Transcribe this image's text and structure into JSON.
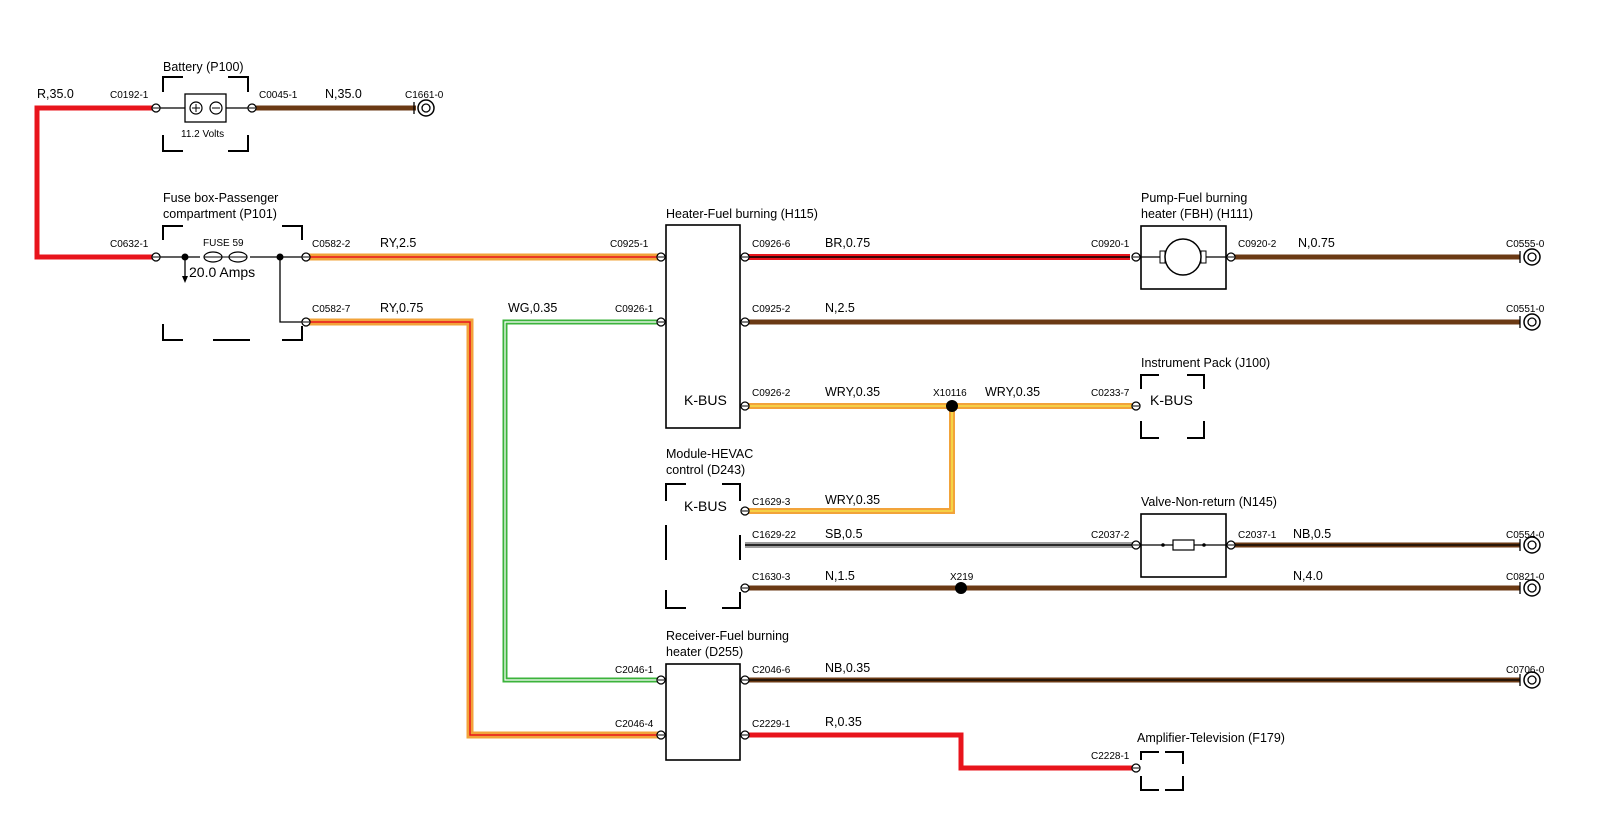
{
  "colors": {
    "red": "#e8141c",
    "brown": "#6b3a14",
    "orange": "#f2a33a",
    "yellow": "#f6e04a",
    "green": "#3bb33b",
    "grey": "#9e9e9e",
    "black": "#000000",
    "background": "#ffffff"
  },
  "components": {
    "battery": {
      "title": "Battery (P100)",
      "voltage": "11.2 Volts"
    },
    "fusebox": {
      "title1": "Fuse box-Passenger",
      "title2": "compartment (P101)",
      "fuse": "FUSE 59",
      "amps": "20.0 Amps"
    },
    "heater": {
      "title": "Heater-Fuel burning (H115)",
      "kbus": "K-BUS"
    },
    "pump": {
      "title1": "Pump-Fuel burning",
      "title2": "heater (FBH) (H111)"
    },
    "instrument": {
      "title": "Instrument Pack (J100)",
      "kbus": "K-BUS"
    },
    "hevac": {
      "title1": "Module-HEVAC",
      "title2": "control (D243)",
      "kbus": "K-BUS"
    },
    "valve": {
      "title": "Valve-Non-return (N145)"
    },
    "receiver": {
      "title1": "Receiver-Fuel burning",
      "title2": "heater (D255)"
    },
    "amplifier": {
      "title": "Amplifier-Television (F179)"
    }
  },
  "connectors": {
    "c0192_1": "C0192-1",
    "c0045_1": "C0045-1",
    "c1661_0": "C1661-0",
    "c0632_1": "C0632-1",
    "c0582_2": "C0582-2",
    "c0582_7": "C0582-7",
    "c0925_1": "C0925-1",
    "c0926_1": "C0926-1",
    "c0926_6": "C0926-6",
    "c0925_2": "C0925-2",
    "c0926_2": "C0926-2",
    "x10116": "X10116",
    "c0233_7": "C0233-7",
    "c0920_1": "C0920-1",
    "c0920_2": "C0920-2",
    "c0555_0": "C0555-0",
    "c0551_0": "C0551-0",
    "c1629_3": "C1629-3",
    "c1629_22": "C1629-22",
    "c1630_3": "C1630-3",
    "c2037_2": "C2037-2",
    "c2037_1": "C2037-1",
    "c0554_0": "C0554-0",
    "x219": "X219",
    "c0821_0": "C0821-0",
    "c2046_1": "C2046-1",
    "c2046_4": "C2046-4",
    "c2046_6": "C2046-6",
    "c2229_1": "C2229-1",
    "c0706_0": "C0706-0",
    "c2228_1": "C2228-1"
  },
  "wires": {
    "battery_feed": "R,35.0",
    "battery_ground": "N,35.0",
    "fuse_to_heater": "RY,2.5",
    "fuse_to_receiver": "RY,0.75",
    "green_link": "WG,0.35",
    "heater_to_pump": "BR,0.75",
    "pump_ground": "N,0.75",
    "heater_ground": "N,2.5",
    "kbus_heater": "WRY,0.35",
    "kbus_instrument": "WRY,0.35",
    "kbus_hevac": "WRY,0.35",
    "hevac_to_valve": "SB,0.5",
    "valve_ground": "NB,0.5",
    "hevac_ground": "N,1.5",
    "splice_ground": "N,4.0",
    "receiver_ground": "NB,0.35",
    "receiver_to_amp": "R,0.35"
  }
}
